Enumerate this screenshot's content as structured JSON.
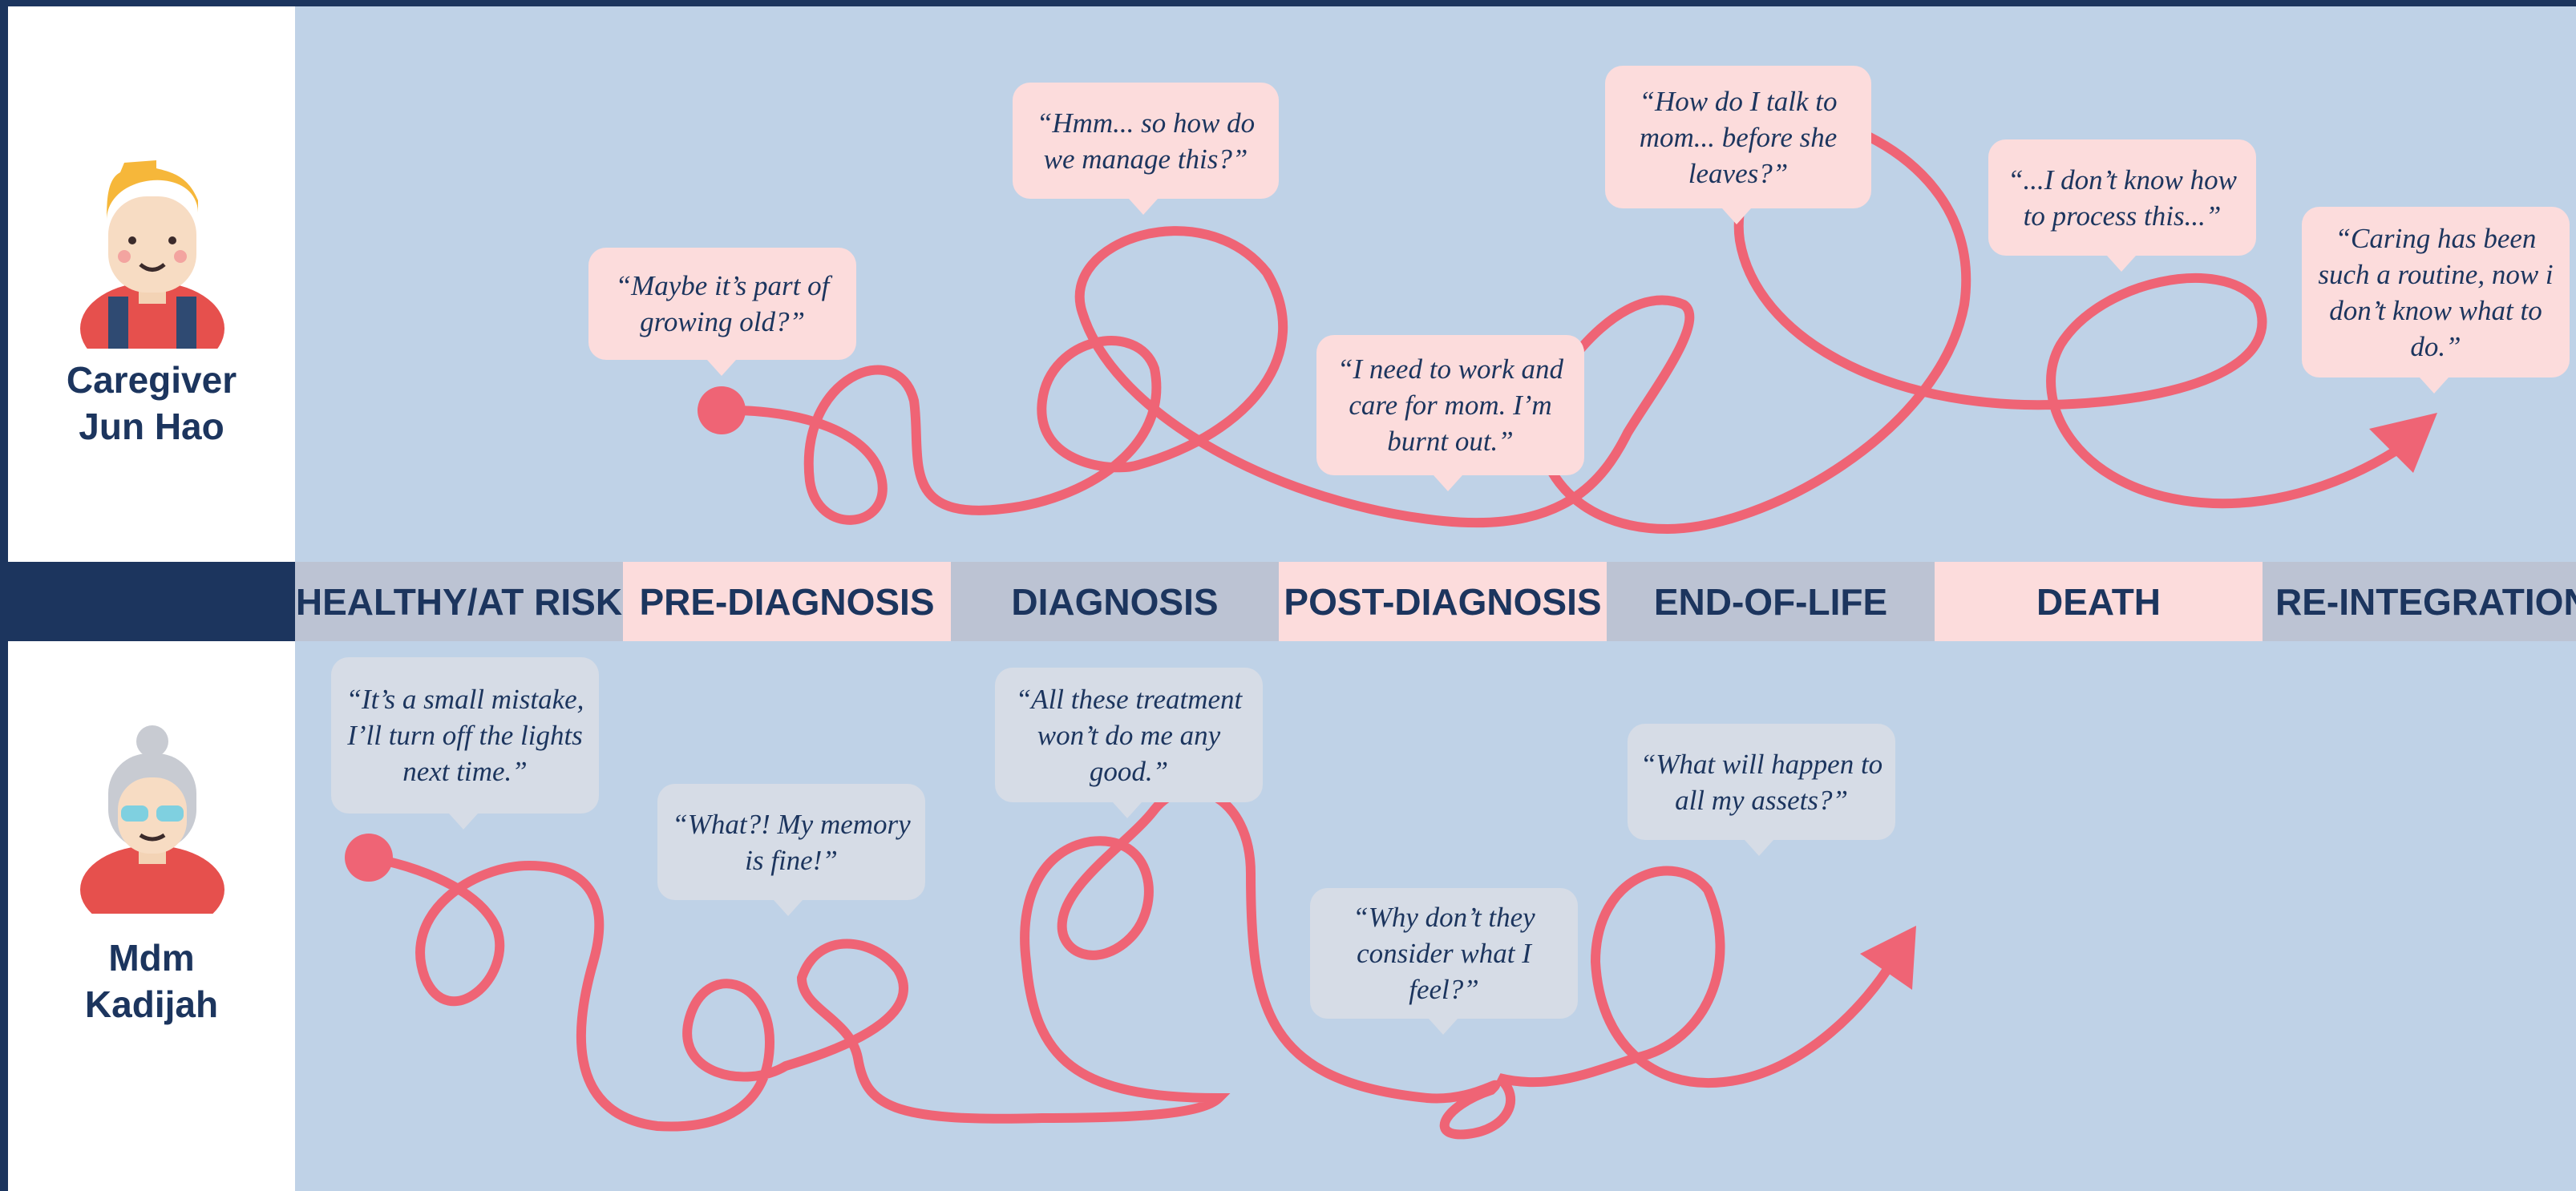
{
  "personas": {
    "caregiver": {
      "line1": "Caregiver",
      "line2": "Jun Hao"
    },
    "patient": {
      "line1": "Mdm",
      "line2": "Kadijah"
    }
  },
  "stages": [
    "HEALTHY/AT RISK",
    "PRE-DIAGNOSIS",
    "DIAGNOSIS",
    "POST-DIAGNOSIS",
    "END-OF-LIFE",
    "DEATH",
    "RE-INTEGRATION"
  ],
  "caregiver_quotes": [
    "“Maybe it’s part of growing old?”",
    "“Hmm... so how do we manage this?”",
    "“I need to work and care for mom. I’m burnt out.”",
    "“How do I talk to mom... before she leaves?”",
    "“...I don’t know how to process this...”",
    "“Caring has been such a routine, now i don’t know what to do.”"
  ],
  "patient_quotes": [
    "“It’s a small mistake, I’ll turn off the lights next time.”",
    "“What?! My memory is fine!”",
    "“All these treatment won’t do me any good.”",
    "“Why don’t they consider what I feel?”",
    "“What will happen to all my assets?”"
  ],
  "colors": {
    "navy": "#1c355e",
    "band_blue": "#bfd2e7",
    "path_red": "#ef6475",
    "pink_bubble": "#fcdcdc",
    "grey_bubble": "#d6dce6",
    "stage_pink": "#fcdcdc",
    "stage_grey": "#bcc3d3"
  }
}
